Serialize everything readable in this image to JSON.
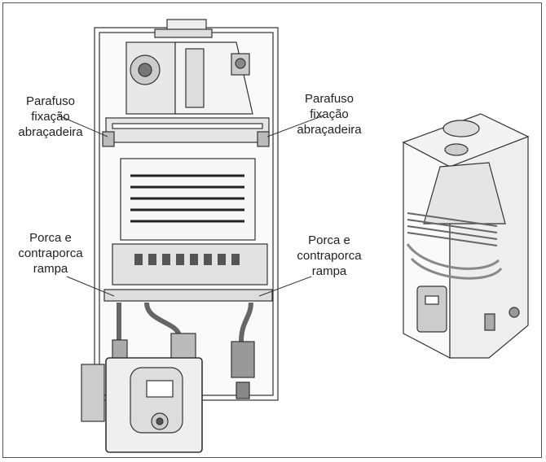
{
  "labels": {
    "screw_left": [
      "Parafuso",
      "fixação",
      "abraçadeira"
    ],
    "screw_right": [
      "Parafuso",
      "fixação",
      "abraçadeira"
    ],
    "nut_left": [
      "Porca e",
      "contraporca",
      "rampa"
    ],
    "nut_right": [
      "Porca e",
      "contraporca",
      "rampa"
    ]
  },
  "icons": {
    "front_view": "boiler-front-view-drawing",
    "iso_view": "boiler-isometric-view-drawing"
  },
  "colors": {
    "line": "#333333",
    "fill_light": "#f2f2f2",
    "fill_mid": "#d9d9d9",
    "fill_dark": "#555555"
  }
}
